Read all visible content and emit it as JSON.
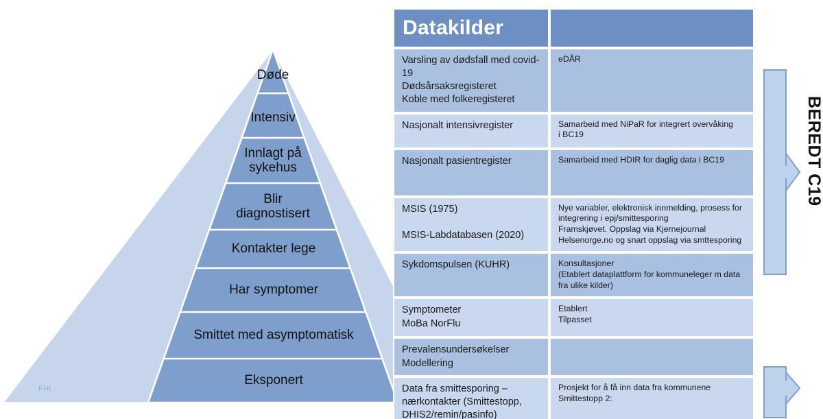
{
  "slide": {
    "watermark": "FHI -",
    "vertical_title": "BEREDT C19"
  },
  "colors": {
    "header_blue": "#6d8fc4",
    "row_dark": "#a9c0e0",
    "row_light": "#c9d8ee",
    "pyramid_inner": "#7e9fcc",
    "pyramid_outer": "#c6d5ec",
    "arrow_fill": "#bfd2ec",
    "arrow_stroke": "#7f9fd0",
    "watermark_color": "#93b0dd",
    "text_color": "#1a1a1a"
  },
  "pyramid": {
    "levels": [
      {
        "label": "Døde"
      },
      {
        "label": "Intensiv"
      },
      {
        "label": "Innlagt på\nsykehus"
      },
      {
        "label": "Blir\ndiagnostisert"
      },
      {
        "label": "Kontakter lege"
      },
      {
        "label": "Har symptomer"
      },
      {
        "label": "Smittet med asymptomatisk"
      },
      {
        "label": "Eksponert"
      }
    ]
  },
  "table": {
    "header": {
      "title": "Datakilder",
      "second_column": ""
    },
    "rows": [
      {
        "source": "Varsling av dødsfall med covid-19\nDødsårsaksregisteret\nKoble med folkeregisteret",
        "note": "eDÅR",
        "band": "dark"
      },
      {
        "source": "Nasjonalt intensivregister",
        "note": "Samarbeid med NiPaR for integrert overvåking\ni BC19",
        "band": "light"
      },
      {
        "source": "Nasjonalt pasientregister",
        "note": "Samarbeid med HDIR for daglig data i BC19",
        "band": "dark"
      },
      {
        "source": "MSIS (1975)\n\nMSIS-Labdatabasen (2020)",
        "note": "Nye variabler, elektronisk innmelding, prosess for\nintegrering i epj/smittesporing\nFramskjøvet. Oppslag via Kjernejournal\nHelsenorge.no og snart oppslag via smttesporing",
        "band": "light"
      },
      {
        "source": "Sykdomspulsen (KUHR)",
        "note": "Konsultasjoner\n(Etablert dataplattform for kommuneleger m data\nfra ulike kilder)",
        "band": "dark"
      },
      {
        "source": "Symptometer\nMoBa NorFlu",
        "note": "Etablert\nTilpasset",
        "band": "light"
      },
      {
        "source": "Prevalensundersøkelser\nModellering",
        "note": "",
        "band": "dark"
      },
      {
        "source": "Data fra smittesporing –\nnærkontakter (Smittestopp,\nDHIS2/remin/pasinfo)",
        "note": "Prosjekt for å få inn data fra kommunene\nSmittestopp 2:",
        "band": "light"
      }
    ]
  },
  "arrows": [
    {
      "name": "beredt-arrow-upper"
    },
    {
      "name": "beredt-arrow-lower"
    }
  ]
}
